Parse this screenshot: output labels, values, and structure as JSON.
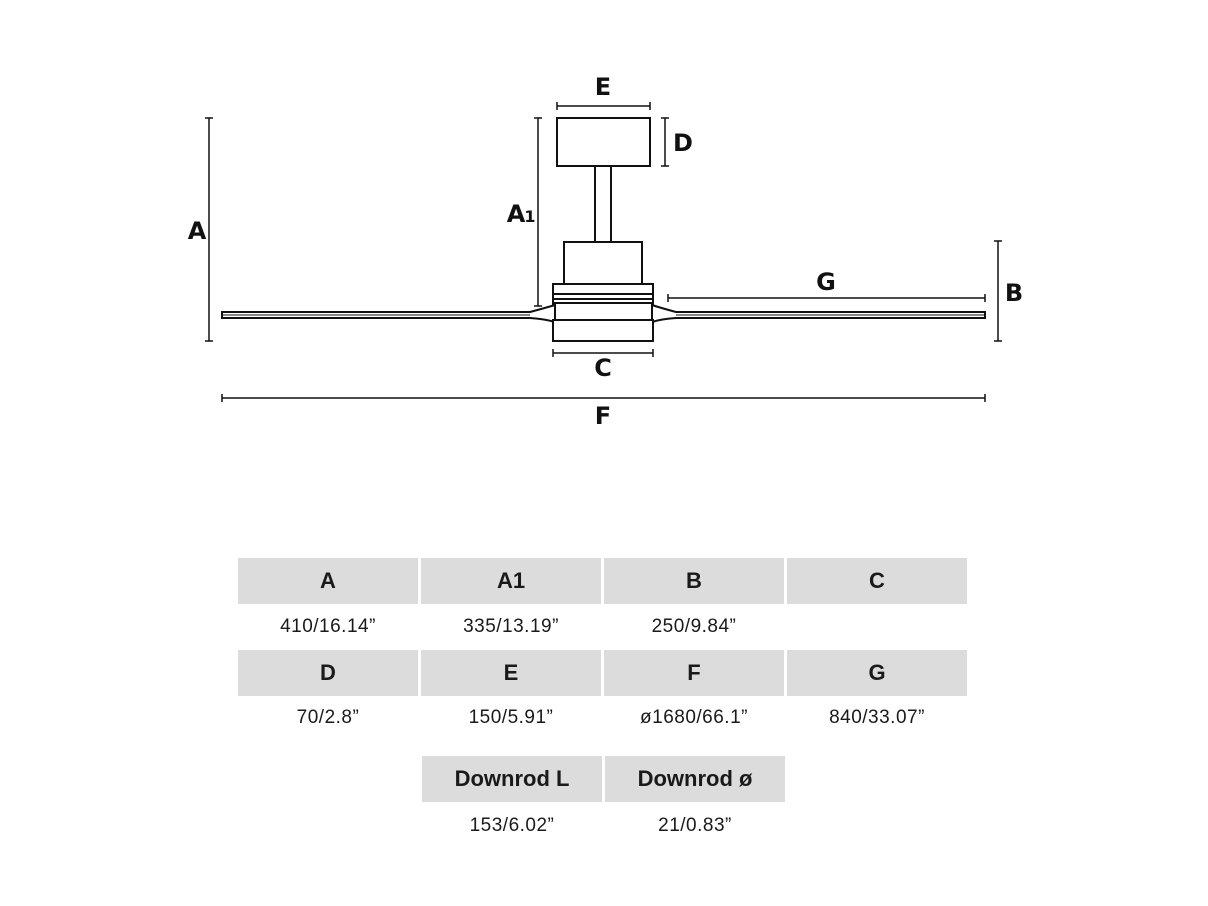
{
  "diagram": {
    "labels": {
      "A": "A",
      "A1_main": "A",
      "A1_sub": "1",
      "B": "B",
      "C": "C",
      "D": "D",
      "E": "E",
      "F": "F",
      "G": "G"
    }
  },
  "table": {
    "row1": {
      "headers": [
        "A",
        "A1",
        "B",
        "C"
      ],
      "values": [
        "410/16.14”",
        "335/13.19”",
        "250/9.84”",
        ""
      ]
    },
    "row2": {
      "headers": [
        "D",
        "E",
        "F",
        "G"
      ],
      "values": [
        "70/2.8”",
        "150/5.91”",
        "ø1680/66.1”",
        "840/33.07”"
      ]
    },
    "row3": {
      "headers": [
        "Downrod L",
        "Downrod ø"
      ],
      "values": [
        "153/6.02”",
        "21/0.83”"
      ]
    }
  }
}
